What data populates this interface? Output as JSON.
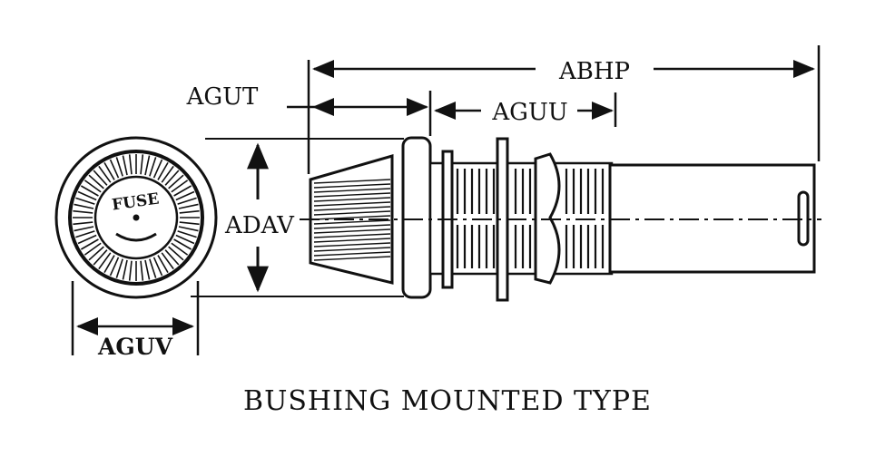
{
  "caption": "BUSHING MOUNTED TYPE",
  "dimensions": {
    "overall_length": "ABHP",
    "cap_length": "AGUT",
    "thread_length": "AGUU",
    "diameter": "ADAV",
    "cap_width": "AGUV"
  },
  "cap_marking": "FUSE",
  "colors": {
    "ink": "#111111",
    "background": "#ffffff"
  }
}
